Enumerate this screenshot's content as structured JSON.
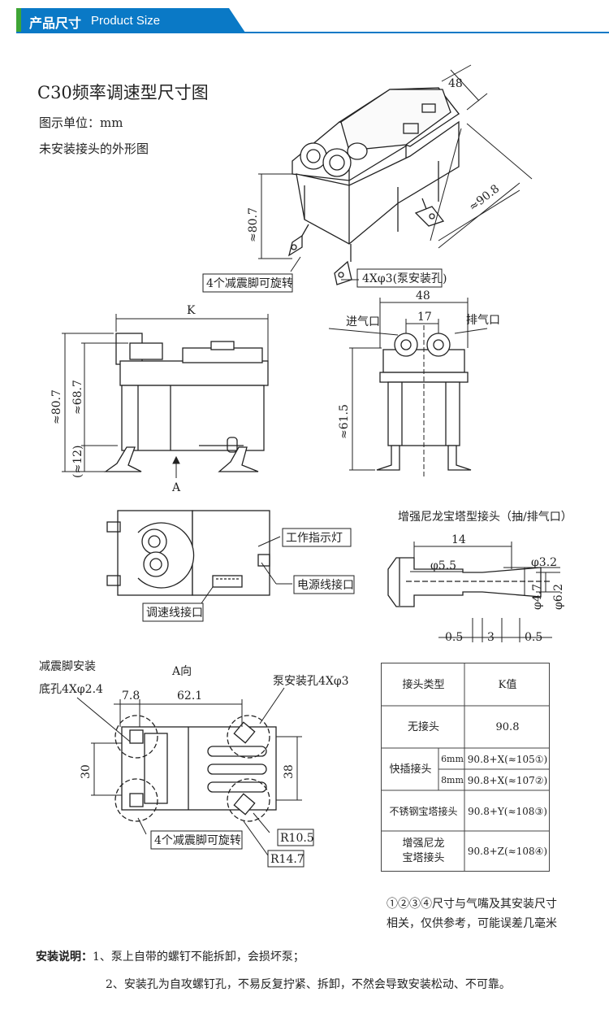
{
  "header": {
    "title_cn": "产品尺寸",
    "title_en": "Product Size",
    "bar_color": "#0a79c6",
    "accent_color": "#3fa535"
  },
  "title": "C30频率调速型尺寸图",
  "subtitle_unit": "图示单位：mm",
  "subtitle_shape": "未安装接头的外形图",
  "iso": {
    "dim_48": "48",
    "dim_90_8": "≈90.8",
    "dim_80_7": "≈80.7",
    "feet_label": "4个减震脚可旋转",
    "hole_label": "4Xφ3(泵安装孔)"
  },
  "side": {
    "k": "K",
    "h80": "≈80.7",
    "h68": "≈68.7",
    "h12": "(≈12)",
    "arrow": "A"
  },
  "front": {
    "w48": "48",
    "w17": "17",
    "inlet": "进气口",
    "outlet": "排气口",
    "h61": "≈61.5"
  },
  "top": {
    "indicator": "工作指示灯",
    "power": "电源线接口",
    "speed": "调速线接口"
  },
  "connector": {
    "title": "增强尼龙宝塔型接头（抽/排气口）",
    "len14": "14",
    "d55": "φ5.5",
    "d32": "φ3.2",
    "d47": "φ4.7",
    "d62": "φ6.2",
    "a": "0.5",
    "b": "3",
    "c": "0.5"
  },
  "bottom": {
    "foot_hole_1": "减震脚安装",
    "foot_hole_2": "底孔4Xφ2.4",
    "view": "A向",
    "d78": "7.8",
    "d621": "62.1",
    "pump_hole": "泵安装孔4Xφ3",
    "h30": "30",
    "h38": "38",
    "feet": "4个减震脚可旋转",
    "r105": "R10.5",
    "r147": "R14.7"
  },
  "table": {
    "head": [
      "接头类型",
      "K值"
    ],
    "rows": [
      {
        "type": "无接头",
        "k": "90.8"
      },
      {
        "type": "快插接头",
        "sub": [
          {
            "size": "6mm",
            "k": "90.8+X(≈105①)"
          },
          {
            "size": "8mm",
            "k": "90.8+X(≈107②)"
          }
        ]
      },
      {
        "type": "不锈钢宝塔接头",
        "k": "90.8+Y(≈108③)"
      },
      {
        "type": "增强尼龙宝塔接头",
        "type_l1": "增强尼龙",
        "type_l2": "宝塔接头",
        "k": "90.8+Z(≈108④)"
      }
    ]
  },
  "note": {
    "l1": "①②③④尺寸与气嘴及其安装尺寸",
    "l2": "相关，仅供参考，可能误差几毫米"
  },
  "install": {
    "label": "安装说明：",
    "i1": "1、泵上自带的螺钉不能拆卸，会损坏泵；",
    "i2": "2、安装孔为自攻螺钉孔，不易反复拧紧、拆卸，不然会导致安装松动、不可靠。"
  }
}
